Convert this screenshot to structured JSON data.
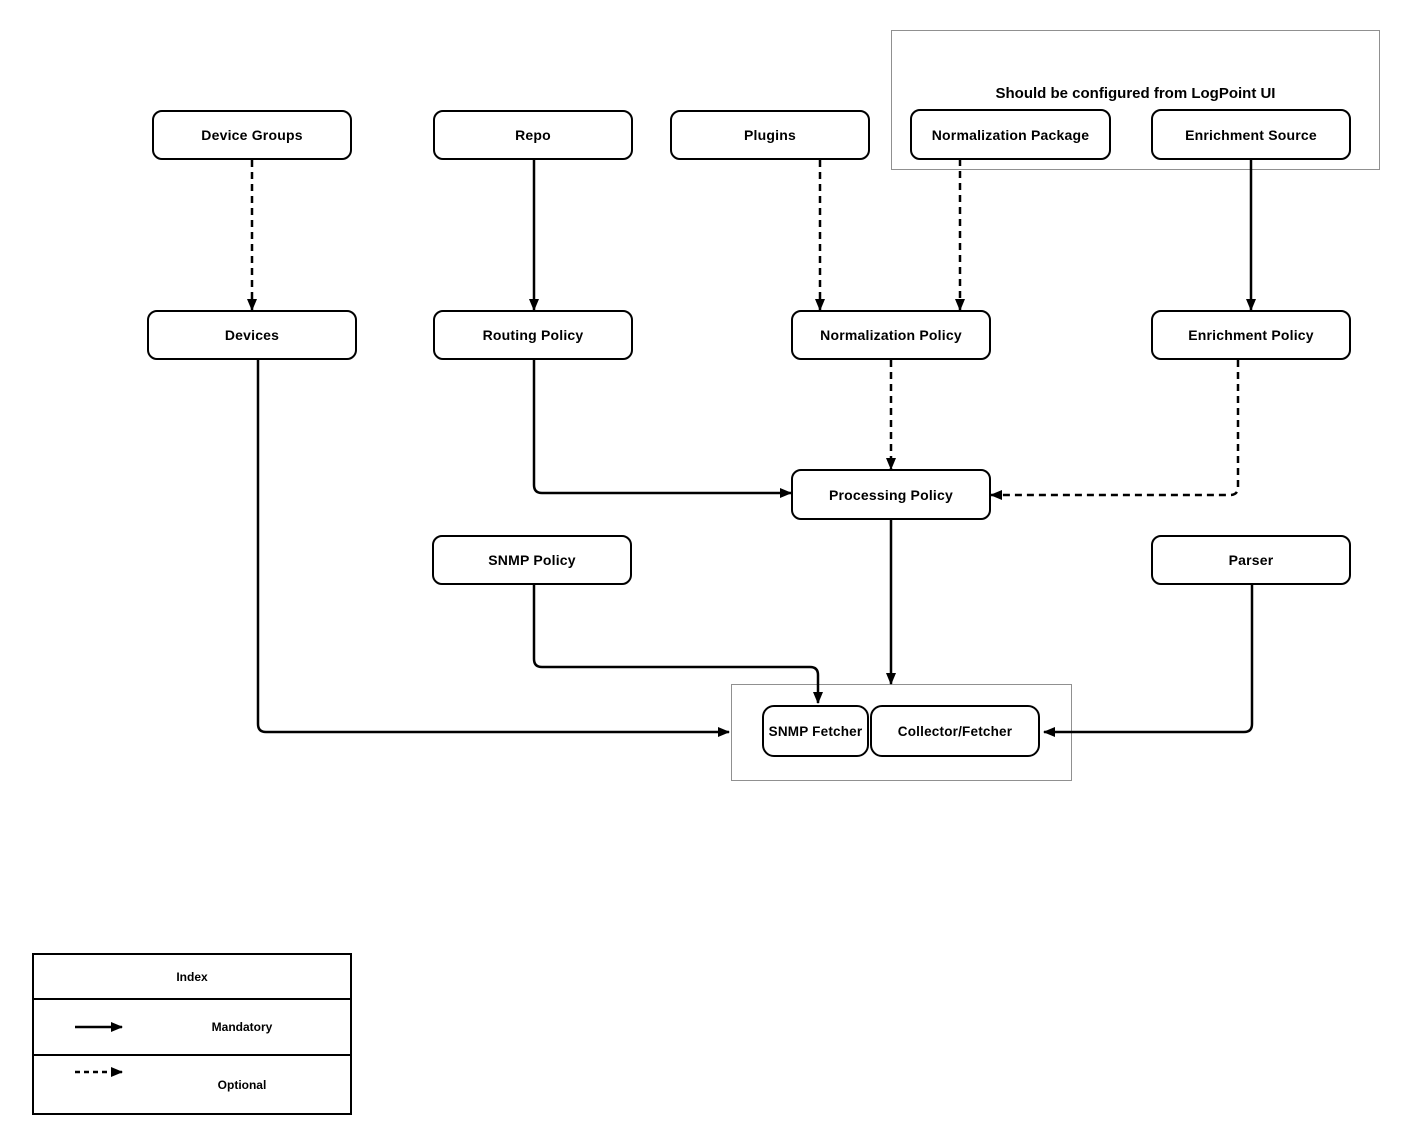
{
  "diagram": {
    "group_label": "Should be configured from LogPoint UI",
    "nodes": {
      "device_groups": {
        "label": "Device Groups"
      },
      "repo": {
        "label": "Repo"
      },
      "plugins": {
        "label": "Plugins"
      },
      "normalization_package": {
        "label": "Normalization Package"
      },
      "enrichment_source": {
        "label": "Enrichment Source"
      },
      "devices": {
        "label": "Devices"
      },
      "routing_policy": {
        "label": "Routing Policy"
      },
      "normalization_policy": {
        "label": "Normalization Policy"
      },
      "enrichment_policy": {
        "label": "Enrichment Policy"
      },
      "processing_policy": {
        "label": "Processing Policy"
      },
      "snmp_policy": {
        "label": "SNMP Policy"
      },
      "parser": {
        "label": "Parser"
      },
      "snmp_fetcher": {
        "label": "SNMP Fetcher"
      },
      "collector_fetcher": {
        "label": "Collector/Fetcher"
      }
    },
    "edges": [
      {
        "from": "Device Groups",
        "to": "Devices",
        "type": "Optional"
      },
      {
        "from": "Repo",
        "to": "Routing Policy",
        "type": "Mandatory"
      },
      {
        "from": "Plugins",
        "to": "Normalization Policy",
        "type": "Optional"
      },
      {
        "from": "Normalization Package",
        "to": "Normalization Policy",
        "type": "Optional"
      },
      {
        "from": "Enrichment Source",
        "to": "Enrichment Policy",
        "type": "Mandatory"
      },
      {
        "from": "Normalization Policy",
        "to": "Processing Policy",
        "type": "Optional"
      },
      {
        "from": "Routing Policy",
        "to": "Processing Policy",
        "type": "Mandatory"
      },
      {
        "from": "Enrichment Policy",
        "to": "Processing Policy",
        "type": "Optional"
      },
      {
        "from": "Processing Policy",
        "to": "Collector/Fetcher",
        "type": "Mandatory"
      },
      {
        "from": "SNMP Policy",
        "to": "SNMP Fetcher",
        "type": "Mandatory"
      },
      {
        "from": "Devices",
        "to": "SNMP Fetcher",
        "type": "Mandatory"
      },
      {
        "from": "Parser",
        "to": "Collector/Fetcher",
        "type": "Mandatory"
      }
    ],
    "legend": {
      "title": "Index",
      "items": [
        {
          "type": "solid",
          "label": "Mandatory"
        },
        {
          "type": "dashed",
          "label": "Optional"
        }
      ]
    },
    "colors": {
      "line": "#000000",
      "node_fill": "#ffffff",
      "group_border": "#909090"
    }
  }
}
